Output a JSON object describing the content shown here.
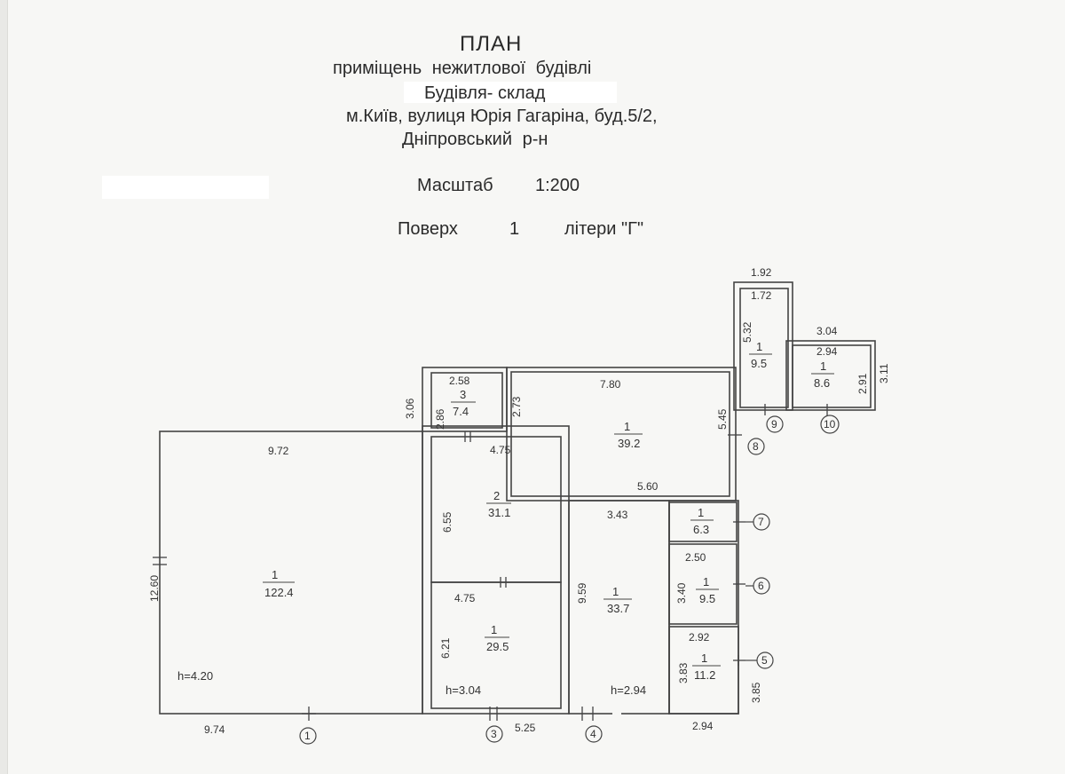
{
  "header": {
    "title": "ПЛАН",
    "line1": "приміщень нежитлової будівлі",
    "line2": "Будівля- склад",
    "line3": "м.Київ, вулиця Юрія Гагаріна, буд.5/2,",
    "line4": "Дніпровський р-н",
    "scale_label": "Масштаб",
    "scale_value": "1:200",
    "floor_label": "Поверх",
    "floor_value": "1",
    "letter_label": "літери \"Г\""
  },
  "rooms": {
    "r122": {
      "num": "1",
      "area": "122.4"
    },
    "r31": {
      "num": "2",
      "area": "31.1"
    },
    "r29": {
      "num": "1",
      "area": "29.5"
    },
    "r7": {
      "num": "3",
      "area": "7.4"
    },
    "r39": {
      "num": "1",
      "area": "39.2"
    },
    "r33": {
      "num": "1",
      "area": "33.7"
    },
    "r63": {
      "num": "1",
      "area": "6.3"
    },
    "r95b": {
      "num": "1",
      "area": "9.5"
    },
    "r11": {
      "num": "1",
      "area": "11.2"
    },
    "r95a": {
      "num": "1",
      "area": "9.5"
    },
    "r86": {
      "num": "1",
      "area": "8.6"
    }
  },
  "heights": {
    "h1": "h=4.20",
    "h2": "h=3.04",
    "h3": "h=2.94"
  },
  "dims": {
    "d972": "9.72",
    "d974": "9.74",
    "d1260": "12.60",
    "d306": "3.06",
    "d258": "2.58",
    "d286": "2.86",
    "d273": "2.73",
    "d780": "7.80",
    "d545": "5.45",
    "d560": "5.60",
    "d475a": "4.75",
    "d475b": "4.75",
    "d655": "6.55",
    "d621": "6.21",
    "d343": "3.43",
    "d959": "9.59",
    "d525": "5.25",
    "d250": "2.50",
    "d340": "3.40",
    "d292": "2.92",
    "d383": "3.83",
    "d385": "3.85",
    "d294": "2.94",
    "d192": "1.92",
    "d172": "1.72",
    "d532": "5.32",
    "d304": "3.04",
    "d294b": "2.94",
    "d291": "2.91",
    "d311": "3.11"
  },
  "axes": {
    "a1": "1",
    "a3": "3",
    "a4": "4",
    "a5": "5",
    "a6": "6",
    "a7": "7",
    "a8": "8",
    "a9": "9",
    "a10": "10"
  }
}
